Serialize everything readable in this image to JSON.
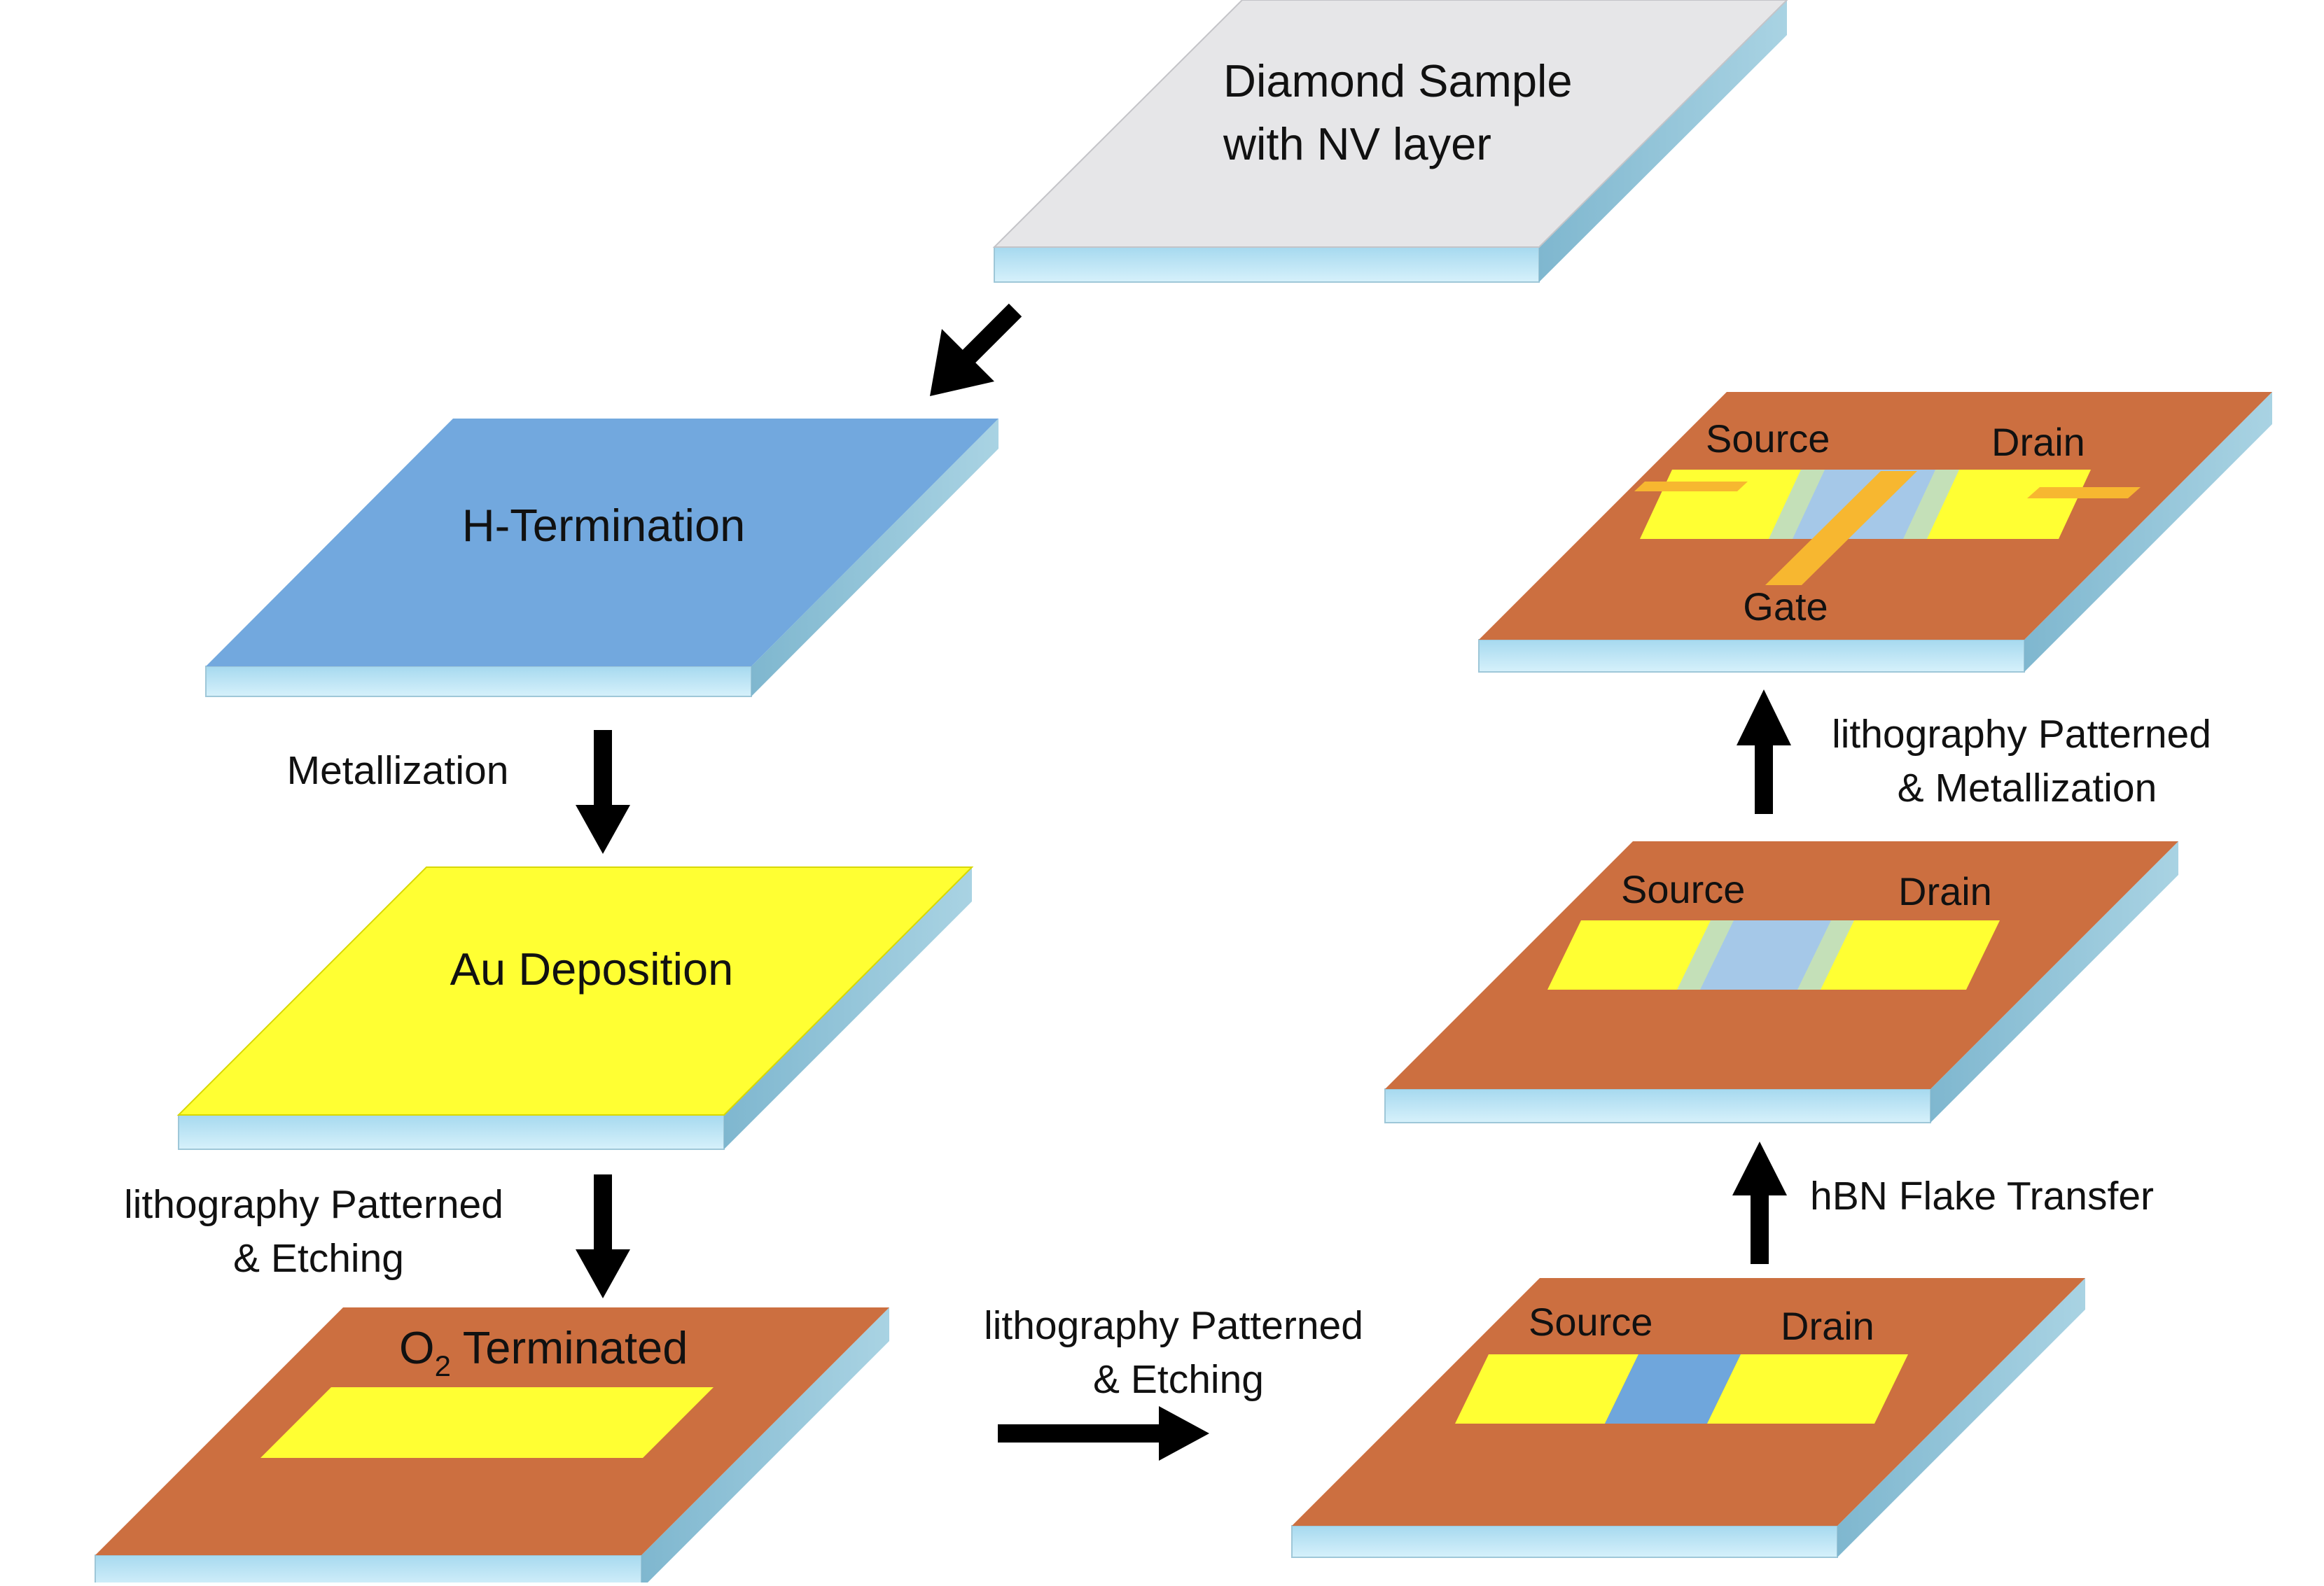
{
  "colors": {
    "diamond_top": "#e6e6e8",
    "h_termination": "#72a8de",
    "gold": "#ffff33",
    "o2_surface": "#cc6f40",
    "channel": "#6fa6dc",
    "hbn": "#a5c8e8",
    "hbn_edge": "#c4e0b8",
    "gate_metal": "#f7b730",
    "substrate_front": "#bfe6f6",
    "substrate_side": "#8ec4d8",
    "arrow": "#000000"
  },
  "steps": {
    "diamond": {
      "line1": "Diamond Sample",
      "line2": "with NV layer"
    },
    "h_termination": {
      "label": "H-Termination"
    },
    "au_deposition": {
      "label": "Au Deposition"
    },
    "o2_terminated": {
      "prefix": "O",
      "subscript": "2",
      "suffix": " Terminated"
    },
    "source_drain": {
      "source": "Source",
      "drain": "Drain"
    },
    "hbn_transfer": {
      "source": "Source",
      "drain": "Drain"
    },
    "final_device": {
      "source": "Source",
      "drain": "Drain",
      "gate": "Gate"
    }
  },
  "transitions": {
    "metallization": "Metallization",
    "litho_etch_1": {
      "line1": "lithography Patterned",
      "line2": "& Etching"
    },
    "litho_etch_2": {
      "line1": "lithography Patterned",
      "line2": "& Etching"
    },
    "hbn_flake_transfer": "hBN Flake Transfer",
    "litho_metal": {
      "line1": "lithography Patterned",
      "line2": "& Metallization"
    }
  }
}
